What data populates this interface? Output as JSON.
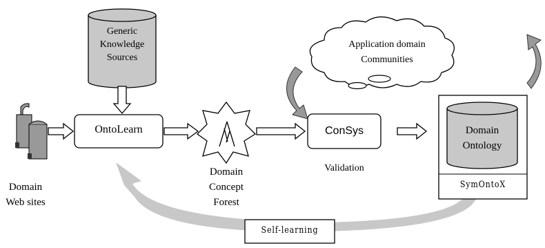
{
  "nodes": {
    "generic_sources": {
      "line1": "Generic",
      "line2": "Knowledge",
      "line3": "Sources"
    },
    "domain_web_sites": {
      "line1": "Domain",
      "line2": "Web sites"
    },
    "ontolearn": {
      "label": "OntoLearn"
    },
    "domain_concept_forest": {
      "line1": "Domain",
      "line2": "Concept",
      "line3": "Forest"
    },
    "consys": {
      "label": "ConSys"
    },
    "validation": {
      "label": "Validation"
    },
    "application_communities": {
      "line1": "Application domain",
      "line2": "Communities"
    },
    "domain_ontology": {
      "line1": "Domain",
      "line2": "Ontology"
    },
    "symontox": {
      "label": "SymOntoX"
    },
    "self_learning": {
      "label": "Self-learning"
    }
  },
  "colors": {
    "cylinder_fill": "#c8c8c8",
    "feedback_arrow": "#c8c8c8",
    "stroke": "#000000"
  }
}
